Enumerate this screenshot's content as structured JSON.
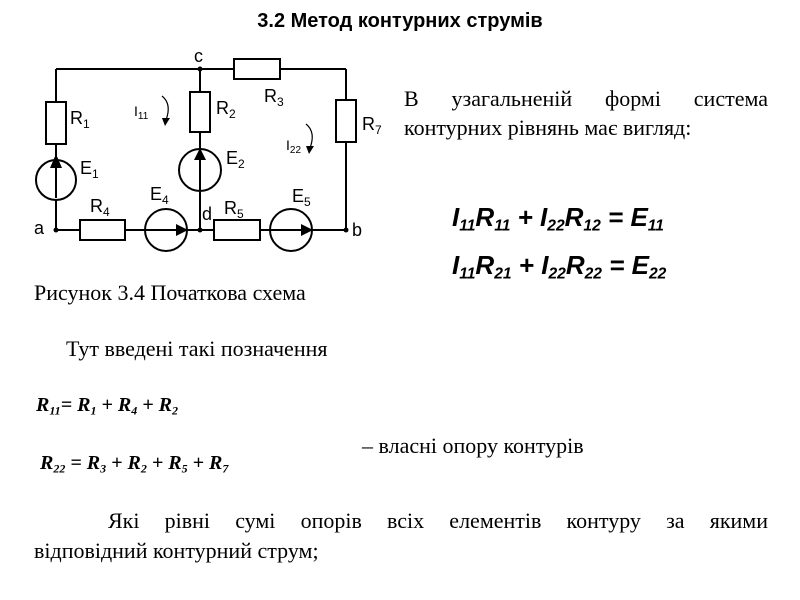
{
  "title": "3.2 Метод контурних струмів",
  "intro": {
    "line1": "В узагальненій формі система",
    "line2": "контурних рівнянь має вигляд:"
  },
  "equations": {
    "eq1": {
      "a": "I",
      "a_sub": "11",
      "b": "R",
      "b_sub": "11",
      "plus": "+",
      "c": "I",
      "c_sub": "22",
      "d": "R",
      "d_sub": "12",
      "eq": "=",
      "e": "E",
      "e_sub": "11"
    },
    "eq2": {
      "a": "I",
      "a_sub": "11",
      "b": "R",
      "b_sub": "21",
      "plus": "+",
      "c": "I",
      "c_sub": "22",
      "d": "R",
      "d_sub": "22",
      "eq": "=",
      "e": "E",
      "e_sub": "22"
    }
  },
  "circuit": {
    "labels": {
      "R1": "R",
      "R1_sub": "1",
      "R2": "R",
      "R2_sub": "2",
      "R3": "R",
      "R3_sub": "3",
      "R4": "R",
      "R4_sub": "4",
      "R5": "R",
      "R5_sub": "5",
      "R7": "R",
      "R7_sub": "7",
      "E1": "E",
      "E1_sub": "1",
      "E2": "E",
      "E2_sub": "2",
      "E4": "E",
      "E4_sub": "4",
      "E5": "E",
      "E5_sub": "5",
      "I11": "I",
      "I11_sub": "11",
      "I22": "I",
      "I22_sub": "22",
      "node_a": "a",
      "node_b": "b",
      "node_c": "c",
      "node_d": "d"
    }
  },
  "caption": "Рисунок 3.4 Початкова схема",
  "notation": "Тут введені такі позначення",
  "definitions": {
    "r11": {
      "lhs": "R",
      "lhs_sub": "11",
      "eq": "=",
      "t1": "R",
      "t1_sub": "1",
      "p1": "+",
      "t2": "R",
      "t2_sub": "4",
      "p2": "+",
      "t3": "R",
      "t3_sub": "2"
    },
    "r22": {
      "lhs": "R",
      "lhs_sub": "22",
      "eq": "=",
      "t1": "R",
      "t1_sub": "3",
      "p1": "+",
      "t2": "R",
      "t2_sub": "2",
      "p2": "+",
      "t3": "R",
      "t3_sub": "5",
      "p3": "+",
      "t4": "R",
      "t4_sub": "7"
    }
  },
  "own_resistance": "– власні опору контурів",
  "bottom_text": {
    "line1": "Які рівні сумі опорів всіх елементів контуру за якими",
    "line2": "відповідний контурний струм;"
  }
}
